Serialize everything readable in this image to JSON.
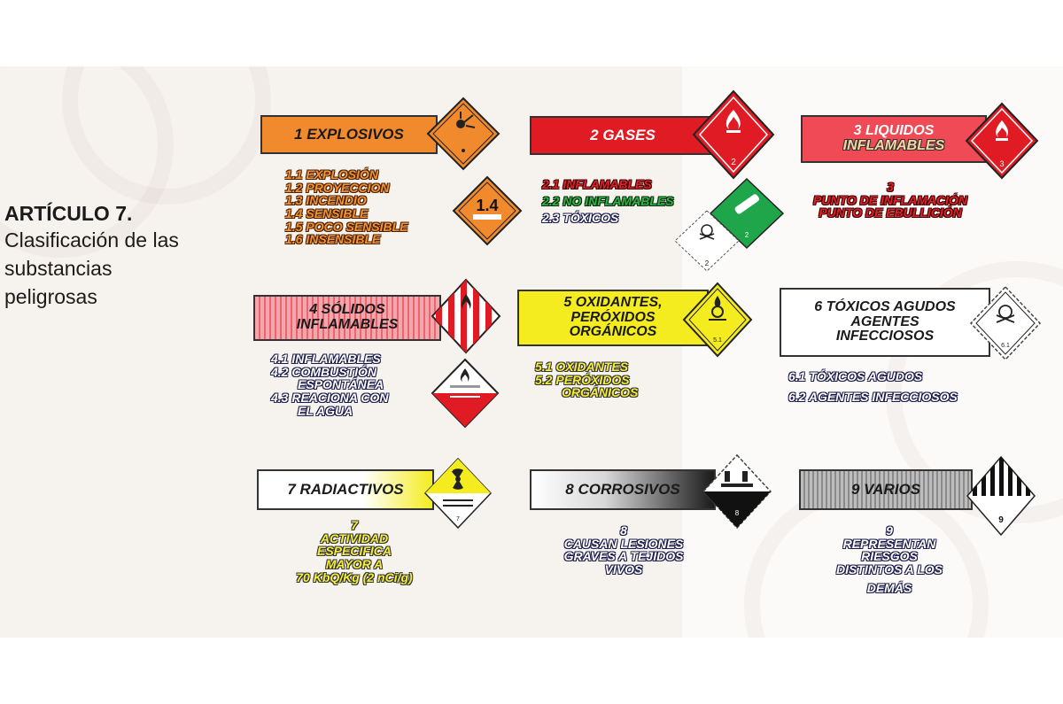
{
  "title": {
    "heading": "ARTÍCULO 7.",
    "subtitle": "Clasificación de las substancias peligrosas"
  },
  "classes": {
    "c1": {
      "banner": "1 EXPLOSIVOS",
      "items": [
        "1.1 EXPLOSIÓN",
        "1.2 PROYECCION",
        "1.3 INCENDIO",
        "1.4 SENSIBLE",
        "1.5 POCO SENSIBLE",
        "1.6 INSENSIBLE"
      ],
      "placard_label": "1.4"
    },
    "c2": {
      "banner": "2 GASES",
      "items": [
        "2.1 INFLAMABLES",
        "2.2 NO INFLAMABLES",
        "2.3 TÓXICOS"
      ],
      "placard_number": "2"
    },
    "c3": {
      "banner_line1": "3 LIQUIDOS",
      "banner_line2": "INFLAMABLES",
      "items": [
        "3",
        "PUNTO DE INFLAMACIÓN",
        "PUNTO DE EBULLICIÓN"
      ],
      "placard_number": "3"
    },
    "c4": {
      "banner_line1": "4 SÓLIDOS",
      "banner_line2": "INFLAMABLES",
      "items": [
        "4.1 INFLAMABLES",
        "4.2 COMBUSTIÓN",
        "ESPONTÁNEA",
        "4.3 REACIONA CON",
        "EL AGUA"
      ]
    },
    "c5": {
      "banner_line1": "5 OXIDANTES,",
      "banner_line2": "PERÓXIDOS",
      "banner_line3": "ORGÁNICOS",
      "items": [
        "5.1 OXIDANTES",
        "5.2 PERÓXIDOS",
        "ORGÁNICOS"
      ]
    },
    "c6": {
      "banner_line1": "6 TÓXICOS AGUDOS",
      "banner_line2": "AGENTES",
      "banner_line3": "INFECCIOSOS",
      "items": [
        "6.1 TÓXICOS AGUDOS",
        "6.2 AGENTES INFECCIOSOS"
      ]
    },
    "c7": {
      "banner": "7 RADIACTIVOS",
      "items": [
        "7",
        "ACTIVIDAD",
        "ESPECIFICA",
        "MAYOR A",
        "70 KbQ/Kg (2 nCi/g)"
      ]
    },
    "c8": {
      "banner": "8 CORROSIVOS",
      "items": [
        "8",
        "CAUSAN LESIONES",
        "GRAVES A TEJIDOS",
        "VIVOS"
      ],
      "placard_number": "8"
    },
    "c9": {
      "banner": "9 VARIOS",
      "items": [
        "9",
        "REPRESENTAN",
        "RIESGOS",
        "DISTINTOS A LOS",
        "DEMÁS"
      ],
      "placard_number": "9"
    }
  },
  "colors": {
    "orange": "#f08a2c",
    "red": "#e01b23",
    "pink_red": "#ef4a55",
    "yellow": "#f4ec1f",
    "green": "#1fa54a"
  }
}
